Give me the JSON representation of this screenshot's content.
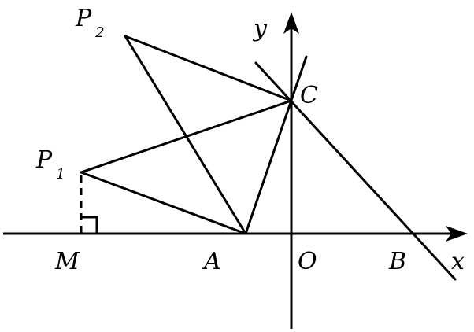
{
  "diagram": {
    "axis_labels": {
      "x": "x",
      "y": "y"
    },
    "points": {
      "P2": {
        "letter": "P",
        "sub": "2"
      },
      "P1": {
        "letter": "P",
        "sub": "1"
      },
      "C": "C",
      "M": "M",
      "A": "A",
      "O": "O",
      "B": "B"
    },
    "colors": {
      "stroke": "#000000",
      "background": "#ffffff"
    }
  }
}
